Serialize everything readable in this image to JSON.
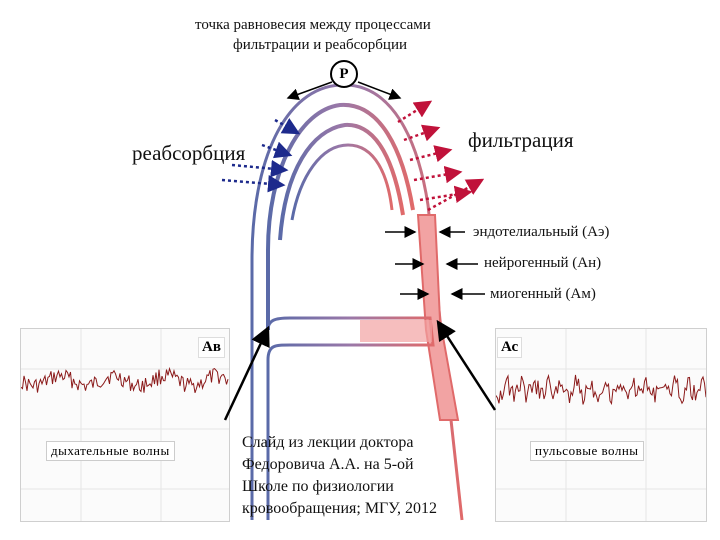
{
  "title": {
    "line1": "точка  равновесия  между  процессами",
    "line2": "фильтрации   и   реабсорбции"
  },
  "p_marker": "Р",
  "labels": {
    "reabsorption": "реабсорбция",
    "filtration": "фильтрация",
    "endothelial": "эндотелиальный  (Аэ)",
    "neurogenic": "нейрогенный  (Ан)",
    "myogenic": "миогенный  (Ам)"
  },
  "panels": {
    "left": {
      "tag": "Ав",
      "caption": "дыхательные  волны"
    },
    "right": {
      "tag": "Ас",
      "caption": "пульсовые  волны"
    }
  },
  "credit": {
    "line1": "Слайд из лекции доктора",
    "line2": "Федоровича А.А. на 5-ой",
    "line3": "Школе по физиологии",
    "line4": "кровообращения; МГУ, 2012"
  },
  "colors": {
    "venous": "#5a6aa8",
    "arterial": "#e06a6a",
    "arterial_fill": "#f2a3a3",
    "dotted_red": "#c0123a",
    "dotted_blue": "#1d2a8c",
    "wave": "#8b1a1a"
  }
}
